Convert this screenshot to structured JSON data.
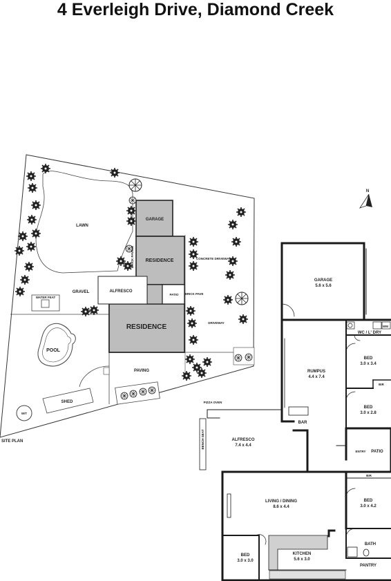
{
  "title": "4 Everleigh Drive, Diamond Creek",
  "site_plan": {
    "caption": "SITE PLAN",
    "labels": {
      "lawn": "LAWN",
      "garage": "GARAGE",
      "residence_upper": "RESIDENCE",
      "residence_lower": "RESIDENCE",
      "alfresco": "ALFRESCO",
      "patio": "PATIO",
      "brick_pave": "BRICK PAVE",
      "concrete_driveway": "CONCRETE DRIVEWAY",
      "driveway": "DRIVEWAY",
      "gravel": "GRAVEL",
      "water_feat": "WATER FEAT",
      "pool": "POOL",
      "paving": "PAVING",
      "shed": "SHED",
      "wt": "W/T",
      "brick_paving": "BRICK PAVING"
    }
  },
  "compass": {
    "label": "N"
  },
  "floor_plan": {
    "rooms": {
      "garage": {
        "name": "GARAGE",
        "dims": "5.6 x 5.6"
      },
      "rumpus": {
        "name": "RUMPUS",
        "dims": "4.4 x 7.4"
      },
      "wc_ldry": {
        "name": "WC / L' DRY"
      },
      "bed1": {
        "name": "BED",
        "dims": "3.0 x 3.4"
      },
      "bir1": {
        "name": "BIR"
      },
      "bed2": {
        "name": "BED",
        "dims": "3.0 x 2.8"
      },
      "bar": {
        "name": "BAR"
      },
      "pizza_oven": {
        "name": "PIZZA OVEN"
      },
      "bench_seat": {
        "name": "BENCH SEAT"
      },
      "alfresco": {
        "name": "ALFRESCO",
        "dims": "7.4 x 4.4"
      },
      "entry": {
        "name": "ENTRY"
      },
      "patio": {
        "name": "PATIO"
      },
      "bir2": {
        "name": "BIR"
      },
      "living": {
        "name": "LIVING / DINING",
        "dims": "8.6 x 4.4"
      },
      "bed3": {
        "name": "BED",
        "dims": "3.0 x 4.2"
      },
      "bath": {
        "name": "BATH"
      },
      "bed4": {
        "name": "BED",
        "dims": "3.0 x 3.0"
      },
      "kitchen": {
        "name": "KITCHEN",
        "dims": "5.6 x 3.0"
      },
      "pantry": {
        "name": "PANTRY"
      },
      "wm": {
        "name": "WM"
      }
    }
  }
}
